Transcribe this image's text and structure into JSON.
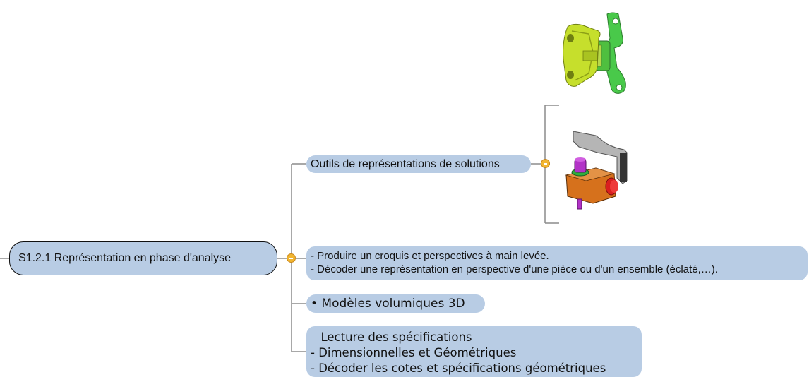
{
  "root": {
    "label": "S1.2.1  Représentation en phase d'analyse"
  },
  "branches": {
    "tools": {
      "label": "Outils de représentations de solutions"
    },
    "tasks": {
      "lines": [
        "- Produire un croquis et perspectives à main levée.",
        "- Décoder une représentation en perspective d'une pièce ou d'un ensemble (éclaté,…)."
      ]
    },
    "models": {
      "label": "• Modèles volumiques 3D"
    },
    "specs": {
      "title": "Lecture des spécifications",
      "lines": [
        "- Dimensionnelles et Géométriques",
        "- Décoder les cotes et spécifications géométriques"
      ]
    }
  },
  "images": {
    "hinge": "3d-hinge-part-image",
    "clamp": "3d-clamp-assembly-image"
  },
  "colors": {
    "node_fill": "#b8cce4",
    "connector": "#8c8c8c",
    "collapse": "#f1b530"
  }
}
